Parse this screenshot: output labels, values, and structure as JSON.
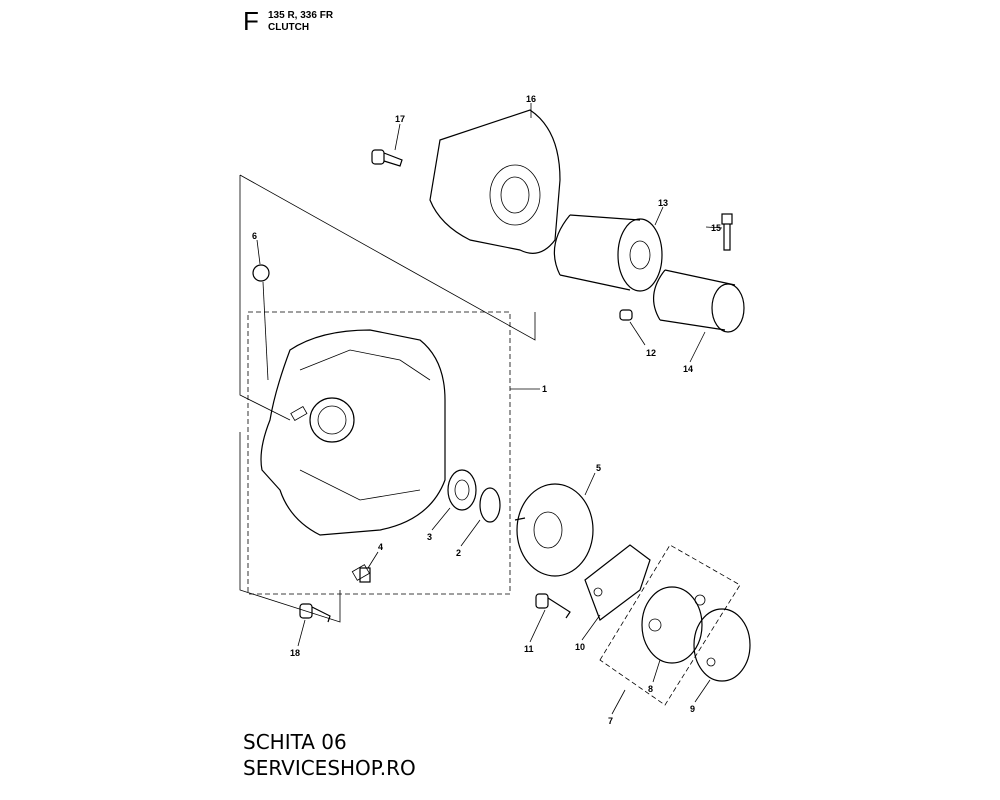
{
  "header": {
    "section_letter": "F",
    "models": "135 R, 336 FR",
    "title": "CLUTCH"
  },
  "footer": {
    "line1": "SCHITA 06",
    "line2": "SERVICESHOP.RO"
  },
  "callouts": [
    "1",
    "2",
    "3",
    "4",
    "5",
    "6",
    "7",
    "8",
    "9",
    "10",
    "11",
    "12",
    "13",
    "14",
    "15",
    "16",
    "17",
    "18"
  ]
}
